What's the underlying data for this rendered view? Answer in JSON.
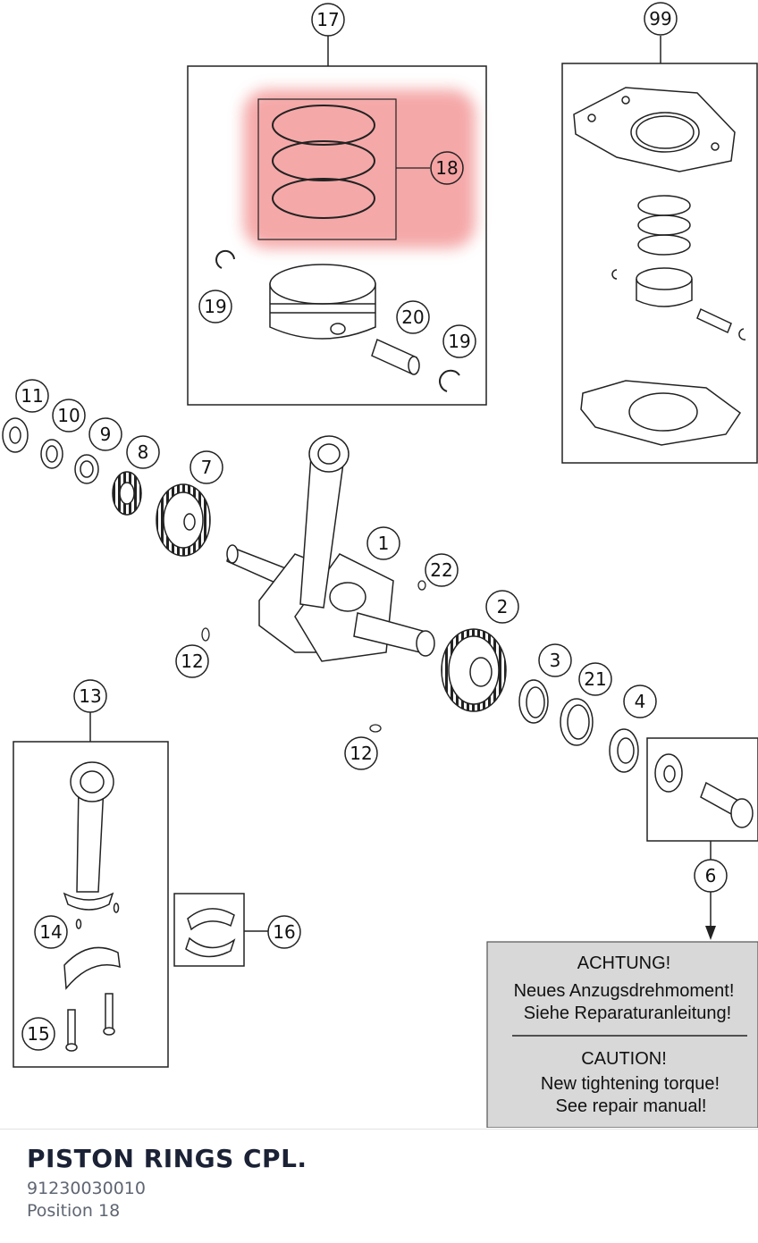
{
  "callouts": {
    "c17": "17",
    "c99": "99",
    "c18": "18",
    "c19a": "19",
    "c20": "20",
    "c19b": "19",
    "c11": "11",
    "c10": "10",
    "c9": "9",
    "c8": "8",
    "c7": "7",
    "c1": "1",
    "c22": "22",
    "c2": "2",
    "c12a": "12",
    "c3": "3",
    "c21": "21",
    "c4": "4",
    "c13": "13",
    "c12b": "12",
    "c6": "6",
    "c14": "14",
    "c16": "16",
    "c15": "15"
  },
  "highlight": {
    "position": "18",
    "color": "#f28b8b"
  },
  "warning": {
    "title_de": "ACHTUNG!",
    "line1_de": "Neues Anzugsdrehmoment!",
    "line2_de": "Siehe Reparaturanleitung!",
    "title_en": "CAUTION!",
    "line1_en": "New tightening torque!",
    "line2_en": "See repair manual!",
    "background": "#d8d8d8"
  },
  "part": {
    "name": "PISTON RINGS CPL.",
    "number": "91230030010",
    "position_label": "Position 18"
  }
}
